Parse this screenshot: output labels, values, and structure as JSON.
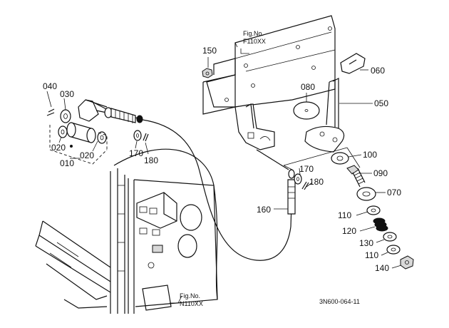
{
  "labels": {
    "p010": "010",
    "p020a": "020",
    "p020b": "020",
    "p030": "030",
    "p040": "040",
    "p050": "050",
    "p060": "060",
    "p070": "070",
    "p080": "080",
    "p090": "090",
    "p100": "100",
    "p110a": "110",
    "p110b": "110",
    "p120": "120",
    "p130": "130",
    "p140": "140",
    "p150": "150",
    "p160": "160",
    "p170a": "170",
    "p170b": "170",
    "p180a": "180",
    "p180b": "180"
  },
  "figref_top": {
    "line1": "Fig.No.",
    "line2": "F110XX"
  },
  "figref_bottom": {
    "line1": "Fig.No.",
    "line2": "N110XX"
  },
  "drawing_number": "3N600-064-11"
}
